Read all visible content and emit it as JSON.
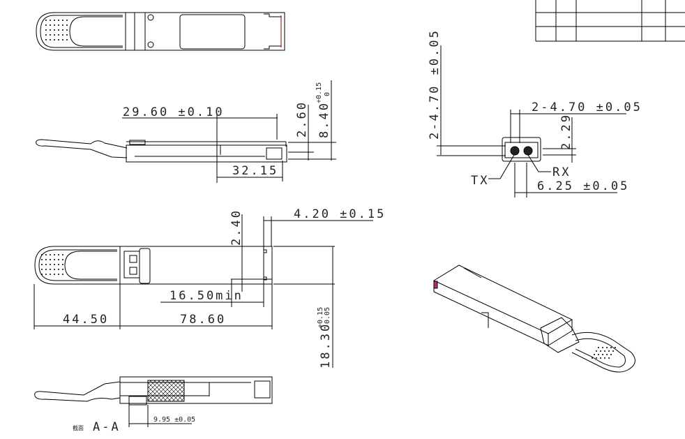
{
  "title_block": {
    "rows": 3,
    "cols": 5
  },
  "top_view": {},
  "side_view": {
    "dim_29_60": "29.60 ±0.10",
    "dim_32_15": "32.15",
    "dim_2_60": "2.60",
    "dim_8_40": "8.40",
    "tol_8_40_upper": "+0.15",
    "tol_8_40_lower": "0"
  },
  "bottom_view": {
    "dim_4_20": "4.20 ±0.15",
    "dim_2_40": "2.40",
    "dim_16_50": "16.50min",
    "dim_44_50": "44.50",
    "dim_78_60": "78.60",
    "dim_18_30": "18.30",
    "tol_18_30_upper": "+0.15",
    "tol_18_30_lower": "-0.05"
  },
  "section_view": {
    "prefix": "截面",
    "label": "A-A",
    "dim_9_95": "9.95 ±0.05"
  },
  "front_view": {
    "dim_vertical_pitch": "2-4.70 ±0.05",
    "dim_horizontal_pitch": "2-4.70 ±0.05",
    "dim_2_29": "2.29",
    "dim_6_25": "6.25 ±0.05",
    "tx_label": "TX",
    "rx_label": "RX"
  }
}
